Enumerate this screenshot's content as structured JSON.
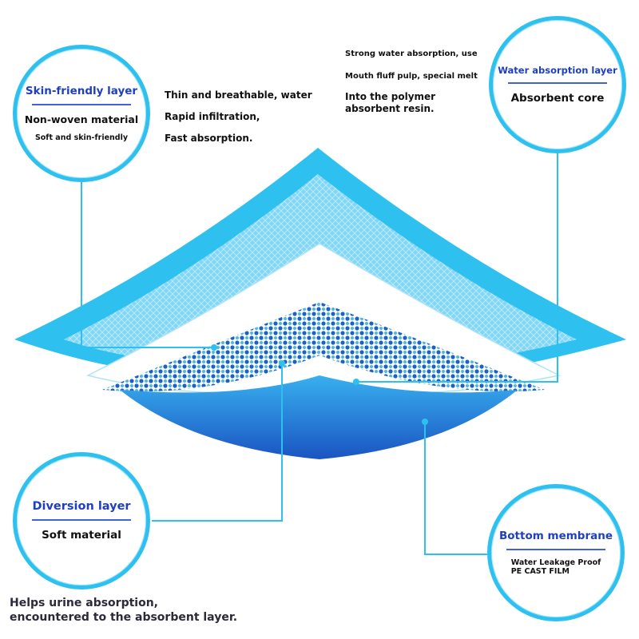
{
  "colors": {
    "outer_layer": "#2ec1f0",
    "inner_fill": "#e4f5fc",
    "dot_dark": "#1e5fc9",
    "dot_light": "#47b9ef",
    "membrane_top": "#38b0ef",
    "membrane_bottom": "#1a54c2",
    "connector": "#2ec1f0",
    "label_blue": "#1f3fbf"
  },
  "callouts": {
    "skin": {
      "title": "Skin-friendly layer",
      "subtitle": "Non-woven material",
      "note": "Soft and skin-friendly"
    },
    "core": {
      "title": "Water absorption layer",
      "subtitle": "Absorbent core"
    },
    "diversion": {
      "title": "Diversion layer",
      "subtitle": "Soft material"
    },
    "bottom": {
      "title": "Bottom membrane",
      "note_lines": [
        "Water Leakage Proof",
        "PE CAST FILM"
      ]
    }
  },
  "descriptions": {
    "skin": [
      "Thin and breathable, water",
      "Rapid infiltration,",
      "Fast absorption."
    ],
    "core": [
      "Strong water absorption, use",
      "Mouth fluff pulp, special melt",
      "Into the polymer",
      "absorbent resin."
    ],
    "diversion": [
      "Helps urine absorption,",
      "encountered to the absorbent layer."
    ]
  }
}
